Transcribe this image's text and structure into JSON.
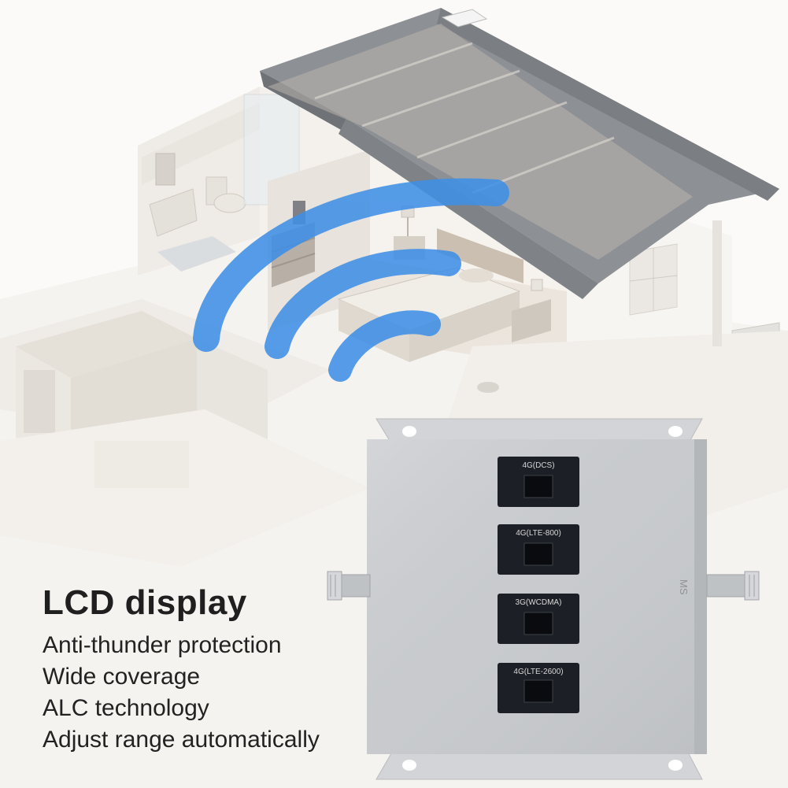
{
  "features": {
    "heading": "LCD display",
    "items": [
      "Anti-thunder protection",
      "Wide coverage",
      "ALC technology",
      "Adjust range automatically"
    ]
  },
  "device": {
    "side_label": "MS",
    "panels": [
      {
        "label": "4G(DCS)"
      },
      {
        "label": "4G(LTE-800)"
      },
      {
        "label": "3G(WCDMA)"
      },
      {
        "label": "4G(LTE-2600)"
      }
    ]
  },
  "colors": {
    "roof": "#8d9094",
    "signal": "#3f8fe6",
    "device_body": "#c9cbce",
    "lcd": "#1c1f26"
  },
  "icons": [
    "wifi-signal-icon",
    "house-illustration",
    "signal-booster-device"
  ]
}
